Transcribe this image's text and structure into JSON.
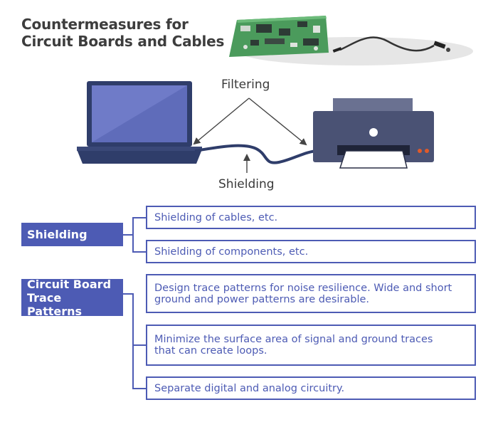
{
  "title": {
    "line1": "Countermeasures for",
    "line2": "Circuit Boards and Cables"
  },
  "illustration": {
    "filtering_label": "Filtering",
    "shielding_label": "Shielding"
  },
  "categories": {
    "shielding": {
      "label": "Shielding",
      "items": [
        "Shielding of cables, etc.",
        "Shielding of components, etc."
      ]
    },
    "trace": {
      "label_line1": "Circuit Board",
      "label_line2": "Trace Patterns",
      "items": [
        {
          "line1": "Design trace patterns for noise resilience. Wide and short",
          "line2": "ground and power patterns are desirable."
        },
        {
          "line1": "Minimize the surface area of signal and ground traces",
          "line2": "that can create loops."
        },
        {
          "line1": "Separate digital and analog circuitry.",
          "line2": ""
        }
      ]
    }
  },
  "colors": {
    "accent": "#4d5bb4",
    "laptop_screen": "#6f7bc8",
    "printer_body": "#4a5274",
    "pcb_green": "#4b9b5c"
  }
}
